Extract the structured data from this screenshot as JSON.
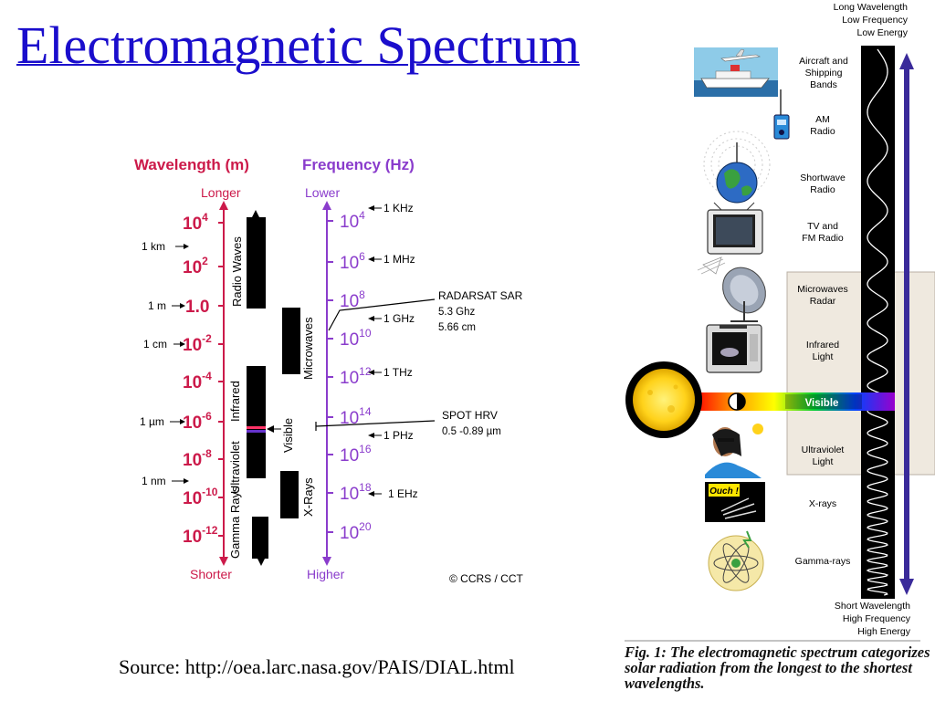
{
  "slide": {
    "title": "Electromagnetic Spectrum",
    "source": "Source: http://oea.larc.nasa.gov/PAIS/DIAL.html"
  },
  "colors": {
    "title_link": "#1a0dcc",
    "wavelength": "#cc1a4a",
    "frequency": "#8a3ccc",
    "dark_column": "#000000",
    "right_arrow": "#3a2a9a",
    "panel_fill": "#efe9df"
  },
  "left_diagram": {
    "wavelength_header": "Wavelength (m)",
    "frequency_header": "Frequency (Hz)",
    "longer": "Longer",
    "shorter": "Shorter",
    "lower": "Lower",
    "higher": "Higher",
    "wavelength_ticks": [
      {
        "base": "10",
        "exp": "4"
      },
      {
        "base": "10",
        "exp": "2"
      },
      {
        "base": "1.0",
        "exp": ""
      },
      {
        "base": "10",
        "exp": "-2"
      },
      {
        "base": "10",
        "exp": "-4"
      },
      {
        "base": "10",
        "exp": "-6"
      },
      {
        "base": "10",
        "exp": "-8"
      },
      {
        "base": "10",
        "exp": "-10"
      },
      {
        "base": "10",
        "exp": "-12"
      }
    ],
    "wavelength_markers": [
      "1 km",
      "1 m",
      "1 cm",
      "1 µm",
      "1 nm"
    ],
    "frequency_ticks": [
      {
        "base": "10",
        "exp": "4"
      },
      {
        "base": "10",
        "exp": "6"
      },
      {
        "base": "10",
        "exp": "8"
      },
      {
        "base": "10",
        "exp": "10"
      },
      {
        "base": "10",
        "exp": "12"
      },
      {
        "base": "10",
        "exp": "14"
      },
      {
        "base": "10",
        "exp": "16"
      },
      {
        "base": "10",
        "exp": "18"
      },
      {
        "base": "10",
        "exp": "20"
      }
    ],
    "frequency_markers": [
      "1 KHz",
      "1 MHz",
      "1 GHz",
      "1 THz",
      "1 PHz",
      "1 EHz"
    ],
    "bands": [
      "Radio Waves",
      "Infrared",
      "Ultraviolet",
      "Gamma Rays"
    ],
    "bands_right": [
      "Microwaves",
      "Visible",
      "X-Rays"
    ],
    "radarsat": [
      "RADARSAT SAR",
      "5.3 Ghz",
      "5.66 cm"
    ],
    "spot": [
      "SPOT HRV",
      "0.5 -0.89 µm"
    ],
    "credit": "© CCRS / CCT"
  },
  "right_diagram": {
    "top_labels": [
      "Long Wavelength",
      "Low Frequency",
      "Low Energy"
    ],
    "bottom_labels": [
      "Short Wavelength",
      "High Frequency",
      "High Energy"
    ],
    "categories": [
      {
        "lines": [
          "Aircraft and",
          "Shipping",
          "Bands"
        ],
        "icon": "ship-plane-icon"
      },
      {
        "lines": [
          "AM",
          "Radio"
        ],
        "icon": "radio-icon"
      },
      {
        "lines": [
          "Shortwave",
          "Radio"
        ],
        "icon": "globe-icon"
      },
      {
        "lines": [
          "TV and",
          "FM Radio"
        ],
        "icon": "tv-icon"
      },
      {
        "lines": [
          "Microwaves",
          "Radar"
        ],
        "icon": "satellite-dish-icon"
      },
      {
        "lines": [
          "Infrared",
          "Light"
        ],
        "icon": "microwave-oven-icon"
      },
      {
        "lines": [
          "Ultraviolet",
          "Light"
        ],
        "icon": "sunbather-icon"
      },
      {
        "lines": [
          "X-rays"
        ],
        "icon": "xray-hand-icon"
      },
      {
        "lines": [
          "Gamma-rays"
        ],
        "icon": "atom-icon"
      }
    ],
    "visible_label": "Visible",
    "ouch_label": "Ouch !",
    "caption": "Fig. 1:  The electromagnetic spectrum categorizes solar radiation from the longest to the shortest wavelengths."
  }
}
